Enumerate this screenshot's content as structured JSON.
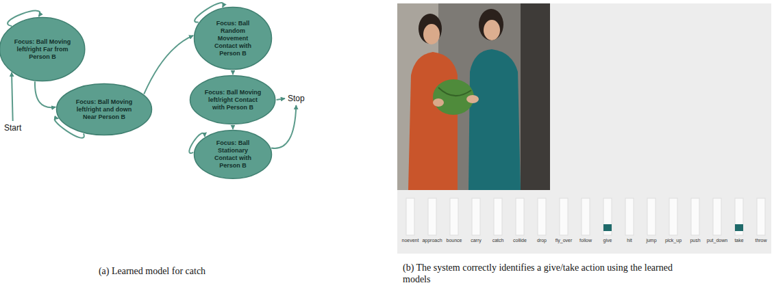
{
  "diagram": {
    "nodes": [
      {
        "text": [
          "Focus: Ball Moving left/right Far from Person B"
        ]
      },
      {
        "text": [
          "Focus: Ball Moving left/right and down Near Person B"
        ]
      },
      {
        "text": [
          "Focus: Ball Random Movement Contact with Person B"
        ]
      },
      {
        "text": [
          "Focus: Ball Moving left/right Contact with Person B"
        ]
      },
      {
        "text": [
          "Focus: Ball Stationary Contact with Person B"
        ]
      }
    ],
    "edges": [
      {
        "from": 0,
        "to": 0,
        "arrow": "to"
      },
      {
        "from": 0,
        "to": 1,
        "arrow": "to"
      },
      {
        "from": 1,
        "to": 1,
        "arrow": "to"
      },
      {
        "from": 1,
        "to": 2,
        "arrow": "to"
      },
      {
        "from": 2,
        "to": 2,
        "arrow": "to"
      },
      {
        "from": 2,
        "to": 3,
        "arrow": "to"
      },
      {
        "from": 3,
        "to": 4,
        "arrow": "to"
      },
      {
        "from": 4,
        "to": 4,
        "arrow": "to"
      }
    ],
    "labels": [
      "Start",
      "Stop",
      "noevent",
      "approach",
      "bounce",
      "carry",
      "catch",
      "collide",
      "drop",
      "fly_over",
      "follow",
      "give",
      "hit",
      "jump",
      "pick_up",
      "push",
      "put_down",
      "take",
      "throw",
      "(a) Learned model for catch",
      "(b) The system correctly identifies a give/take action using the learned models"
    ]
  }
}
